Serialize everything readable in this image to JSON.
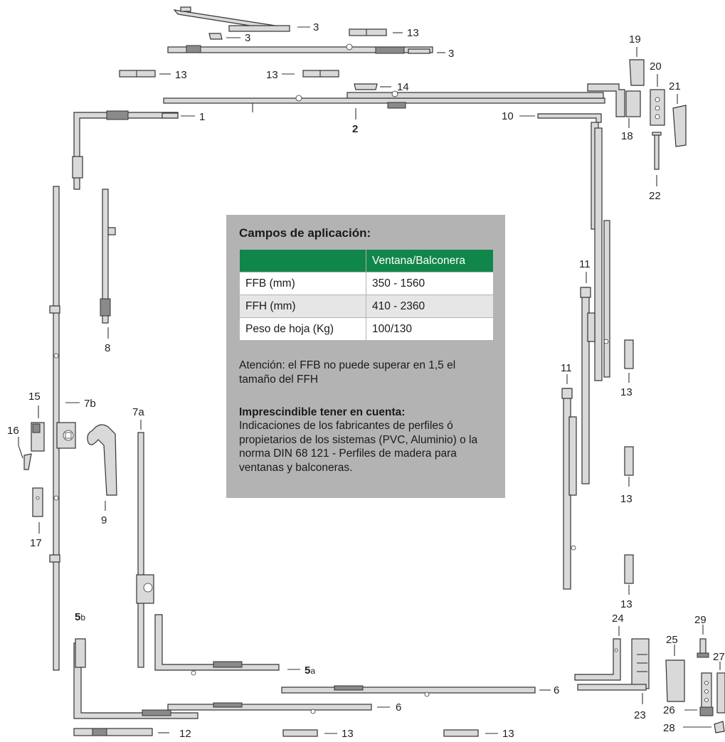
{
  "part_labels": {
    "p1": "1",
    "p2": "2",
    "p3": "3",
    "p5a_num": "5",
    "p5a_suffix": "a",
    "p5b_num": "5",
    "p5b_suffix": "b",
    "p6": "6",
    "p7a": "7a",
    "p7b": "7b",
    "p8": "8",
    "p9": "9",
    "p10": "10",
    "p11": "11",
    "p12": "12",
    "p13": "13",
    "p14": "14",
    "p15": "15",
    "p16": "16",
    "p17": "17",
    "p18": "18",
    "p19": "19",
    "p20": "20",
    "p21": "21",
    "p22": "22",
    "p23": "23",
    "p24": "24",
    "p25": "25",
    "p26": "26",
    "p27": "27",
    "p28": "28",
    "p29": "29"
  },
  "info": {
    "title": "Campos de aplicación:",
    "table_header": [
      "",
      "Ventana/Balconera"
    ],
    "rows": [
      {
        "label": "FFB (mm)",
        "value": "350 - 1560"
      },
      {
        "label": "FFH (mm)",
        "value": "410 - 2360"
      },
      {
        "label": "Peso de hoja (Kg)",
        "value": "100/130"
      }
    ],
    "note": "Atención: el FFB no puede superar en 1,5 el tamaño del FFH",
    "must_title": "Imprescindible tener en cuenta:",
    "must_text": "Indicaciones de los fabricantes de perfiles ó propietarios de los sistemas (PVC, Aluminio) o la norma DIN 68 121 - Perfiles de madera para ventanas y balconeras."
  },
  "colors": {
    "table_header_green": "#11864a",
    "panel_gray": "#b3b3b4"
  }
}
